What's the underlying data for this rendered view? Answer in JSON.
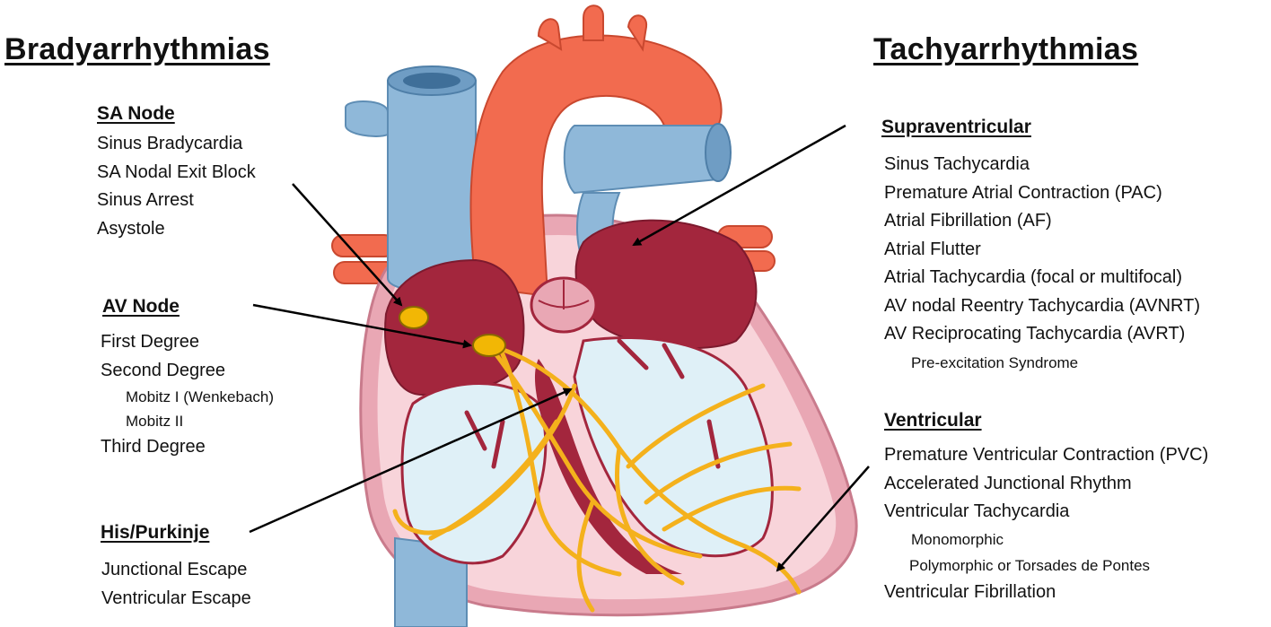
{
  "brady": {
    "title": "Bradyarrhythmias",
    "sa_node": {
      "title": "SA Node",
      "items": [
        "Sinus Bradycardia",
        "SA Nodal Exit Block",
        "Sinus Arrest",
        "Asystole"
      ]
    },
    "av_node": {
      "title": "AV Node",
      "items": [
        "First Degree",
        "Second Degree",
        "Mobitz I (Wenkebach)",
        "Mobitz II",
        "Third Degree"
      ]
    },
    "his_purkinje": {
      "title": "His/Purkinje",
      "items": [
        "Junctional Escape",
        "Ventricular Escape"
      ]
    }
  },
  "tachy": {
    "title": "Tachyarrhythmias",
    "supraventricular": {
      "title": "Supraventricular",
      "items": [
        "Sinus Tachycardia",
        "Premature Atrial Contraction (PAC)",
        "Atrial Fibrillation (AF)",
        "Atrial Flutter",
        "Atrial Tachycardia (focal or multifocal)",
        "AV nodal Reentry Tachycardia (AVNRT)",
        "AV Reciprocating Tachycardia (AVRT)",
        "Pre-excitation Syndrome"
      ]
    },
    "ventricular": {
      "title": "Ventricular",
      "items": [
        "Premature Ventricular Contraction (PVC)",
        "Accelerated Junctional Rhythm",
        "Ventricular Tachycardia",
        "Monomorphic",
        "Polymorphic or Torsades de Pontes",
        "Ventricular Fibrillation"
      ]
    }
  },
  "colors": {
    "aorta": "#f26b4f",
    "vena_cava": "#8fb8d9",
    "myocardium": "#a3263d",
    "chamber_lining": "#f6c9d2",
    "conduction": "#f4b11c",
    "node": "#f2b705"
  }
}
